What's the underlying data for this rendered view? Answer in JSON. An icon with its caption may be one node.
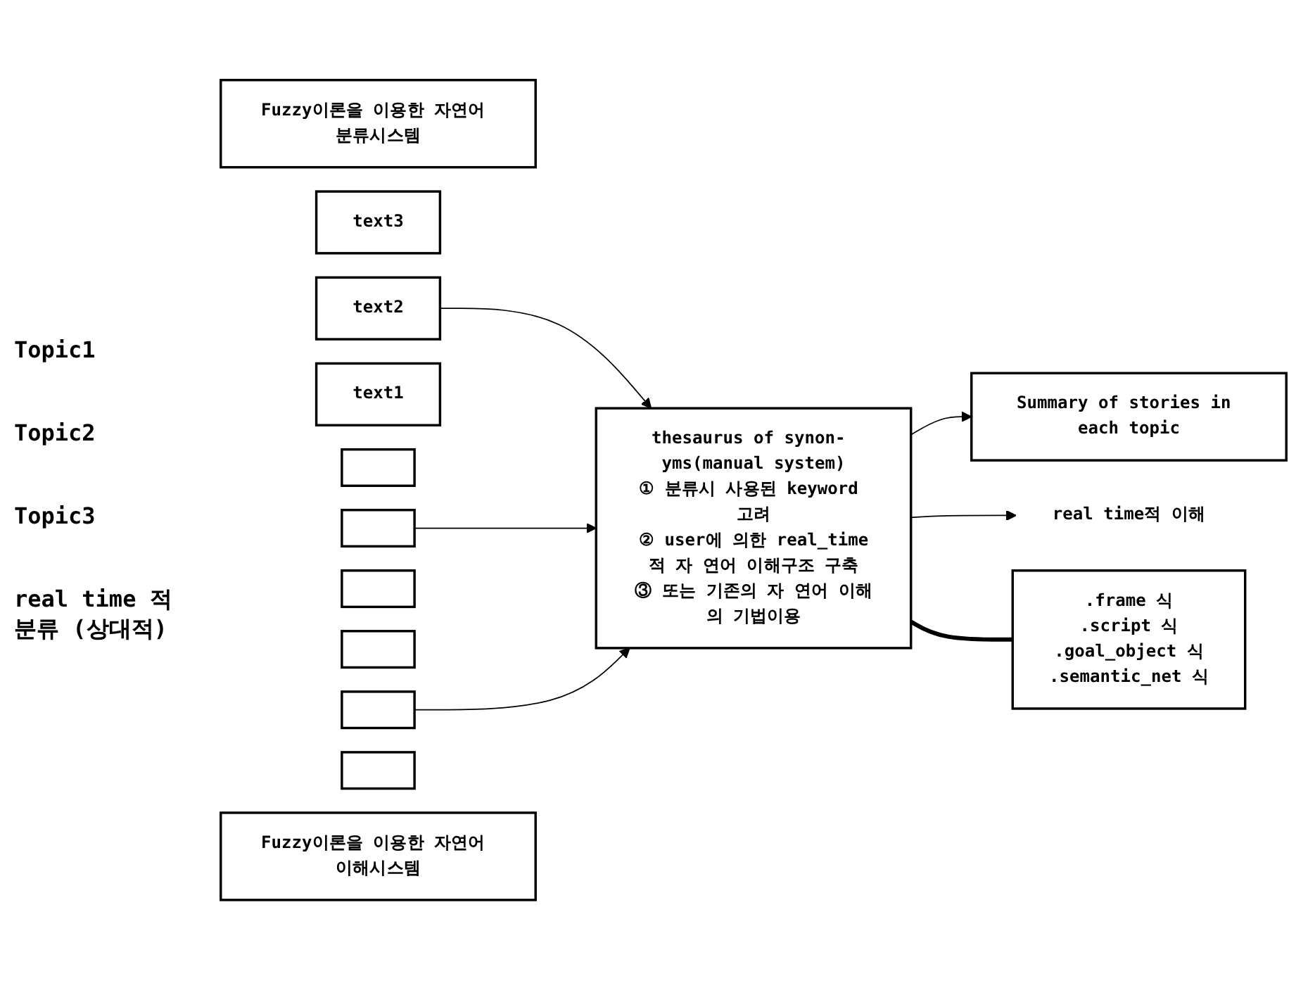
{
  "diagram": {
    "nodes": [
      {
        "text": [
          "Fuzzy이론을 이용한 자연어 분류시스템"
        ]
      },
      {
        "text": [
          "text3"
        ]
      },
      {
        "text": [
          "text2"
        ]
      },
      {
        "text": [
          "text1"
        ]
      },
      {
        "text": [],
        "shape": "box"
      },
      {
        "text": [],
        "shape": "box"
      },
      {
        "text": [],
        "shape": "box"
      },
      {
        "text": [],
        "shape": "box"
      },
      {
        "text": [],
        "shape": "box"
      },
      {
        "text": [],
        "shape": "box"
      },
      {
        "text": [
          "thesaurus of synon- yms(manual system)",
          "① 분류시 사용된 keyword 고려",
          "② user에 의한 real_time적 자 연어 이해구조 구축",
          "③ 또는 기존의 자 연어 이해의 기법이용"
        ]
      },
      {
        "text": [
          "Fuzzy이론을 이용한 자연어 이해시스템"
        ]
      },
      {
        "text": [
          "Summary of stories in each topic"
        ]
      },
      {
        "text": [
          "real time적 이해"
        ]
      },
      {
        "text": [
          ".frame 식",
          ".script 식",
          ".goal_object 식",
          ".semantic_net 식"
        ]
      }
    ],
    "edges": [
      {
        "from": 2,
        "to": 10,
        "arrow": "to"
      },
      {
        "from": 5,
        "to": 10,
        "arrow": "to"
      },
      {
        "from": 8,
        "to": 10,
        "arrow": "to"
      },
      {
        "from": 10,
        "to": 12,
        "arrow": "to"
      },
      {
        "from": 10,
        "to": 13,
        "arrow": "to"
      },
      {
        "from": 10,
        "to": 14,
        "arrow": "none",
        "style": "thick"
      }
    ],
    "labels": [
      "Topic1",
      "Topic2",
      "Topic3",
      "real time 적 분류 (상대적)"
    ]
  }
}
